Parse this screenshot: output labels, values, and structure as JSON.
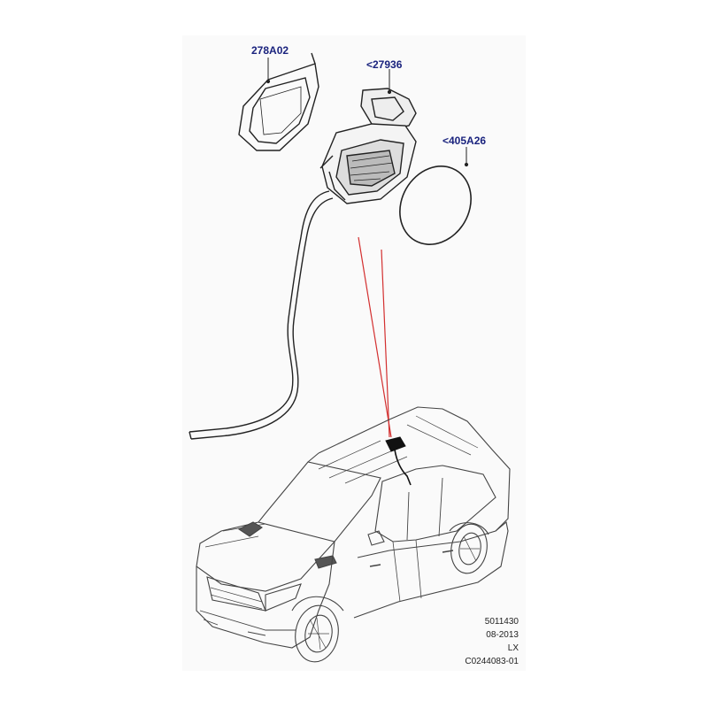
{
  "callouts": {
    "seal_part": "278A02",
    "filler_housing_part": "<27936",
    "gasket_part": "<405A26"
  },
  "footer": {
    "doc_number": "5011430",
    "date": "08-2013",
    "code": "LX",
    "illustration_id": "C0244083-01"
  },
  "colors": {
    "callout_text": "#1a237e",
    "leader_lines": "#d32f2f",
    "line_art": "#222222",
    "panel_background": "#fafafa"
  }
}
